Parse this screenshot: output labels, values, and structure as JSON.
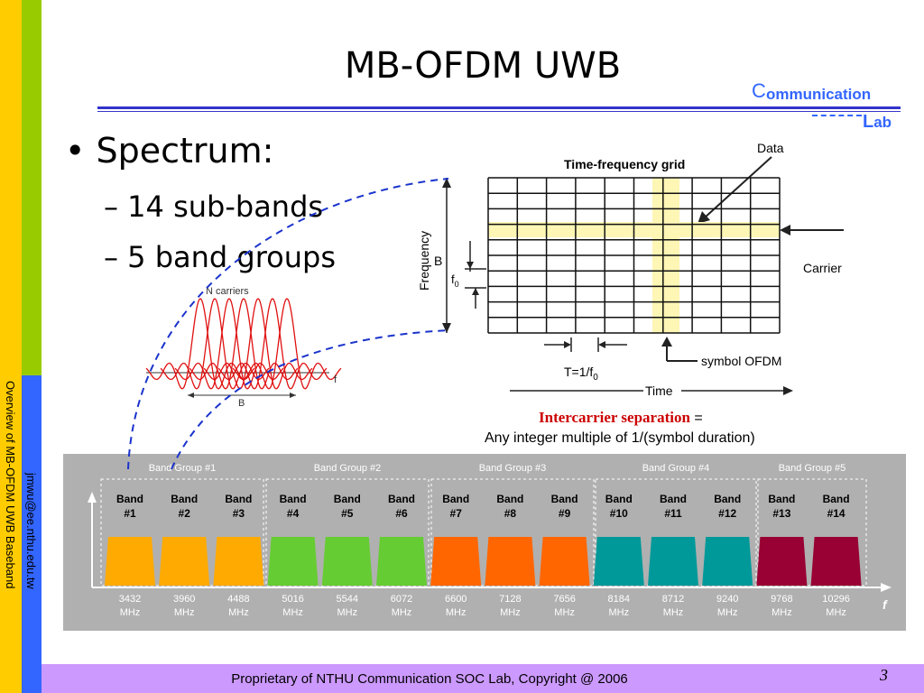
{
  "slide": {
    "title": "MB-OFDM UWB",
    "sidebar_email": "jmwu@ee.nthu.edu.tw",
    "sidebar_caption": "Overview of MB-OFDM UWB Baseband",
    "logo": {
      "first_letter": "C",
      "rest": "ommunication",
      "lab_first": "L",
      "lab_rest": "ab"
    },
    "bullets": {
      "main": "Spectrum:",
      "sub": [
        "14 sub-bands",
        "5 band groups"
      ]
    },
    "footer": "Proprietary of NTHU Communication SOC Lab, Copyright @ 2006",
    "page_number": "3",
    "colors": {
      "sidebar_yellow": "#ffcc00",
      "sidebar_green": "#99cc00",
      "sidebar_blue": "#3366ff",
      "footer": "#cc99ff",
      "dashed_line": "#1a33cc",
      "title_rule": "#3333cc"
    }
  },
  "tf_figure": {
    "title": "Time-frequency grid",
    "data_label": "Data",
    "carrier_label": "Carrier",
    "frequency_label": "Frequency",
    "b_label": "B",
    "f0_label": "f",
    "f0_sub": "0",
    "symbol_label": "symbol OFDM",
    "period_label": "T=1/f",
    "period_sub": "0",
    "time_label": "Time",
    "sep_red": "Intercarrier separation",
    "sep_eq": " =",
    "sep_line2": "Any integer multiple of 1/(symbol duration)"
  },
  "carriers_figure": {
    "n_label": "N carriers",
    "f_label": "f",
    "b_label": "B"
  },
  "band_plan": {
    "axis_label": "f",
    "groups": [
      {
        "label": "Band Group #1",
        "color": "#ffaa00"
      },
      {
        "label": "Band Group #2",
        "color": "#66cc33"
      },
      {
        "label": "Band Group #3",
        "color": "#ff6600"
      },
      {
        "label": "Band Group #4",
        "color": "#009999"
      },
      {
        "label": "Band Group #5",
        "color": "#990033"
      }
    ],
    "bands": [
      {
        "l1": "Band",
        "l2": "#1",
        "f1": "3432",
        "f2": "MHz"
      },
      {
        "l1": "Band",
        "l2": "#2",
        "f1": "3960",
        "f2": "MHz"
      },
      {
        "l1": "Band",
        "l2": "#3",
        "f1": "4488",
        "f2": "MHz"
      },
      {
        "l1": "Band",
        "l2": "#4",
        "f1": "5016",
        "f2": "MHz"
      },
      {
        "l1": "Band",
        "l2": "#5",
        "f1": "5544",
        "f2": "MHz"
      },
      {
        "l1": "Band",
        "l2": "#6",
        "f1": "6072",
        "f2": "MHz"
      },
      {
        "l1": "Band",
        "l2": "#7",
        "f1": "6600",
        "f2": "MHz"
      },
      {
        "l1": "Band",
        "l2": "#8",
        "f1": "7128",
        "f2": "MHz"
      },
      {
        "l1": "Band",
        "l2": "#9",
        "f1": "7656",
        "f2": "MHz"
      },
      {
        "l1": "Band",
        "l2": "#10",
        "f1": "8184",
        "f2": "MHz"
      },
      {
        "l1": "Band",
        "l2": "#11",
        "f1": "8712",
        "f2": "MHz"
      },
      {
        "l1": "Band",
        "l2": "#12",
        "f1": "9240",
        "f2": "MHz"
      },
      {
        "l1": "Band",
        "l2": "#13",
        "f1": "9768",
        "f2": "MHz"
      },
      {
        "l1": "Band",
        "l2": "#14",
        "f1": "10296",
        "f2": "MHz"
      }
    ]
  }
}
